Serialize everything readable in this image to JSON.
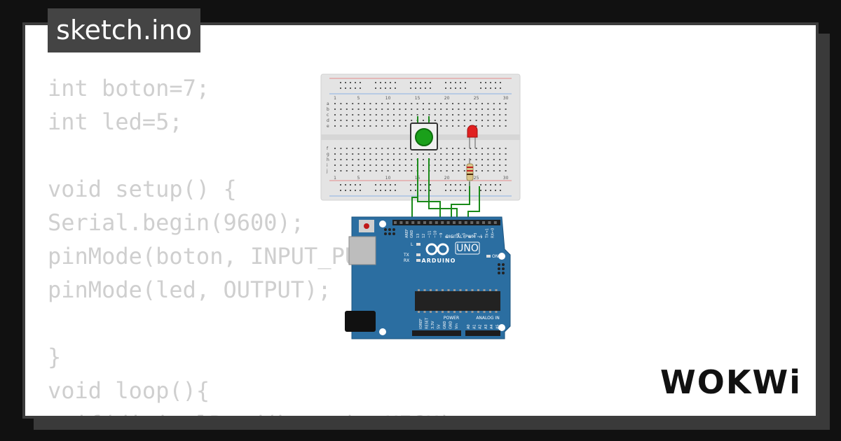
{
  "tab": {
    "filename": "sketch.ino"
  },
  "code": {
    "lines": [
      "int boton=7;",
      "int led=5;",
      "",
      "void setup() {",
      "Serial.begin(9600);",
      "pinMode(boton, INPUT_PULLUP);",
      "pinMode(led, OUTPUT);",
      "",
      "}",
      "void loop(){",
      "  if(digitalRead(boton)==HIGH)"
    ]
  },
  "breadboard": {
    "column_numbers": [
      "1",
      "5",
      "10",
      "15",
      "20",
      "25",
      "30"
    ],
    "rows_top": [
      "a",
      "b",
      "c",
      "d",
      "e"
    ],
    "rows_bottom": [
      "f",
      "g",
      "h",
      "i",
      "j"
    ]
  },
  "arduino": {
    "brand": "ARDUINO",
    "model": "UNO",
    "digital_label": "DIGITAL (PWM ~)",
    "analog_label": "ANALOG IN",
    "power_label": "POWER",
    "on_label": "ON",
    "led_l": "L",
    "led_tx": "TX",
    "led_rx": "RX",
    "aref_label": "AREF",
    "gnd_label": "GND",
    "top_pins": [
      "13",
      "12",
      "~11",
      "~10",
      "~9",
      "8",
      "7",
      "~6",
      "~5",
      "4",
      "~3",
      "2",
      "TX→1",
      "RX←0"
    ],
    "power_pins": [
      "IOREF",
      "RESET",
      "3.3V",
      "5V",
      "GND",
      "GND",
      "Vin"
    ],
    "analog_pins": [
      "A0",
      "A1",
      "A2",
      "A3",
      "A4",
      "A5"
    ]
  },
  "brand": {
    "logo_text": "WOKWi"
  },
  "colors": {
    "background": "#111111",
    "card": "#ffffff",
    "tab": "#444444",
    "code_text": "#cfcfcf",
    "board": "#2b6ea1",
    "wire": "#1a8a1a",
    "led": "#e02020",
    "button": "#1aa01a"
  }
}
